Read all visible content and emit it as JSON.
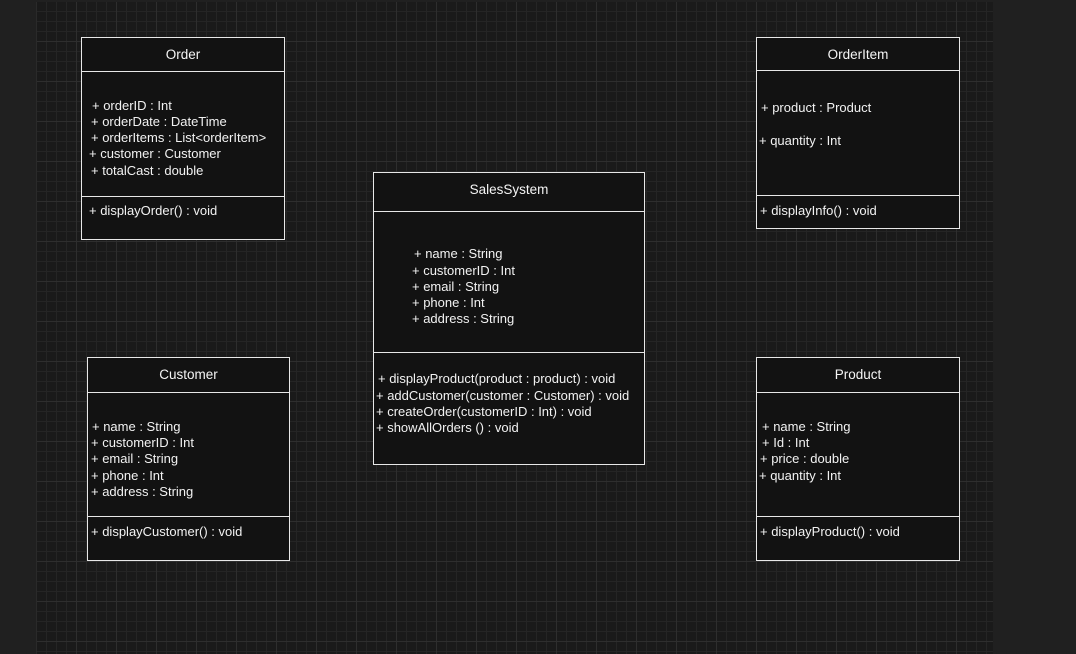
{
  "diagram": {
    "classes": {
      "order": {
        "name": "Order",
        "attributes": [
          "+ orderID : Int",
          "+ orderDate : DateTime",
          "+ orderItems : List<orderItem>",
          "+ customer : Customer",
          "+ totalCast : double"
        ],
        "methods": [
          "+ displayOrder() : void"
        ]
      },
      "orderitem": {
        "name": "OrderItem",
        "attributes": [
          "+ product : Product",
          "+ quantity : Int"
        ],
        "methods": [
          "+ displayInfo() : void"
        ]
      },
      "salessystem": {
        "name": "SalesSystem",
        "attributes": [
          "+ name : String",
          "+ customerID : Int",
          "+ email : String",
          "+ phone : Int",
          "+ address : String"
        ],
        "methods": [
          "+ displayProduct(product : product) : void",
          "+ addCustomer(customer : Customer) : void",
          "+ createOrder(customerID : Int) : void",
          "+ showAllOrders () : void"
        ]
      },
      "customer": {
        "name": "Customer",
        "attributes": [
          "+ name : String",
          "+ customerID : Int",
          "+ email : String",
          "+ phone : Int",
          "+ address : String"
        ],
        "methods": [
          "+ displayCustomer() : void"
        ]
      },
      "product": {
        "name": "Product",
        "attributes": [
          "+ name : String",
          "+ Id : Int",
          "+ price : double",
          "+ quantity : Int"
        ],
        "methods": [
          "+ displayProduct() : void"
        ]
      }
    }
  }
}
